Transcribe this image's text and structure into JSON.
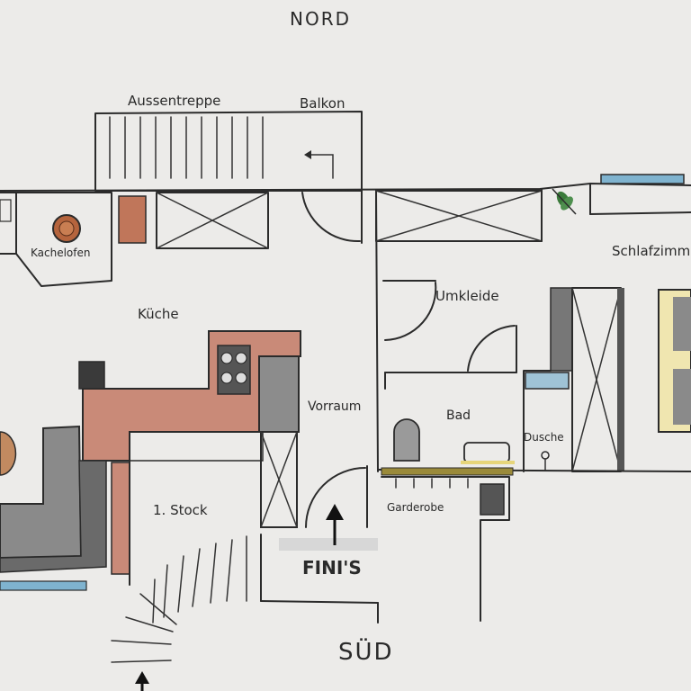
{
  "compass": {
    "north": "NORD",
    "south": "SÜD"
  },
  "rooms": {
    "outdoor_stairs": "Aussentreppe",
    "balcony": "Balkon",
    "tiled_stove": "Kachelofen",
    "bedroom": "Schlafzimm",
    "kitchen": "Küche",
    "dressing_room": "Umkleide",
    "hallway": "Vorraum",
    "bathroom": "Bad",
    "shower": "Dusche",
    "first_floor": "1. Stock",
    "wardrobe": "Garderobe"
  },
  "entrance_label": "FINI'S",
  "colors": {
    "paper": "#ecebe9",
    "ink": "#2b2b2b",
    "brick": "#c98a78",
    "rust": "#a0452e",
    "graphite": "#7a7a7a",
    "water": "#7fb3cf",
    "yellow": "#e6d57a",
    "olive": "#9a8a3a",
    "plant": "#3b7a3b"
  }
}
